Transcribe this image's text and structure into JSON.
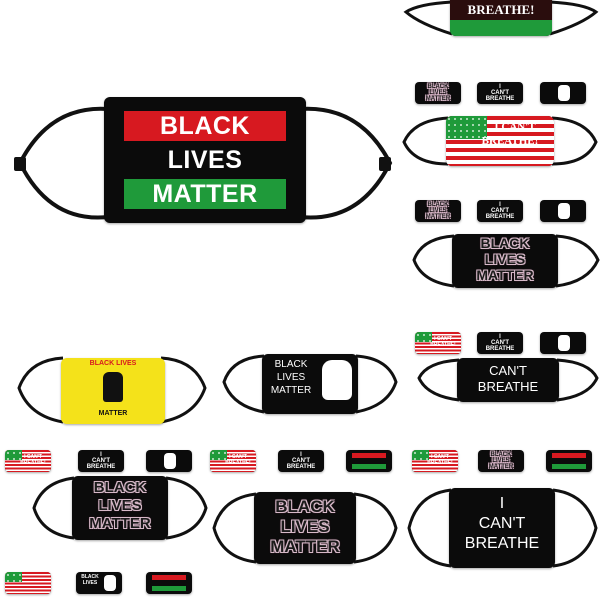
{
  "main": {
    "line1": "BLACK",
    "line2": "LIVES",
    "line3": "MATTER"
  },
  "top_right": {
    "text": "BREATHE!"
  },
  "flag_mask": {
    "line1": "I CAN'T",
    "line2": "BREATHE!"
  },
  "row_masks": {
    "blm_small": [
      "BLACK",
      "LIVES",
      "MATTER"
    ],
    "icb_small": [
      "I",
      "CAN'T",
      "BREATHE"
    ],
    "flag_small": [
      "I CAN'T",
      "BREATHE!"
    ]
  },
  "outline_blm": [
    "BLACK",
    "LIVES",
    "MATTER"
  ],
  "yellow_mask": {
    "top": "BLACK LIVES",
    "bottom": "MATTER"
  },
  "fist_blm": [
    "BLACK",
    "LIVES",
    "MATTER"
  ],
  "cant_breathe_mid": [
    "CAN'T",
    "BREATHE"
  ],
  "cant_breathe_big": [
    "I",
    "CAN'T",
    "BREATHE"
  ],
  "colors": {
    "mask_black": "#0b0b0b",
    "red": "#d71920",
    "green": "#1f9a3a",
    "yellow": "#f4e21a",
    "outline_pink": "#d6b9c8"
  }
}
